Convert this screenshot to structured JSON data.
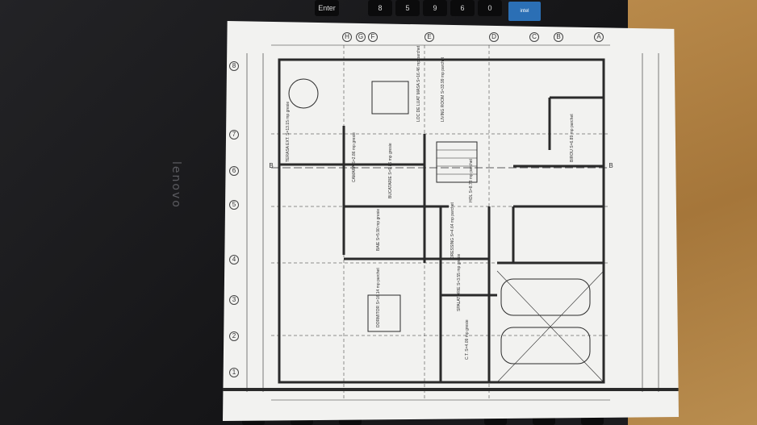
{
  "scene": {
    "brand": "lenovo",
    "keyboard_top_labels": [
      "Enter",
      "8",
      "5",
      "9",
      "6",
      "0"
    ],
    "sticker_text": "intel"
  },
  "plan": {
    "rooms": [
      {
        "label": "TERASA EXT.",
        "area": "S=13.15 mp",
        "finish": "gresie"
      },
      {
        "label": "LOC DE LUAT MASA",
        "area": "S=16.46 mp",
        "finish": "parchet"
      },
      {
        "label": "LIVING ROOM",
        "area": "S=33.99 mp",
        "finish": "parchet"
      },
      {
        "label": "CAMARA",
        "area": "S=2.86 mp",
        "finish": "gresie"
      },
      {
        "label": "BUCATARIE",
        "area": "S=9.86 mp",
        "finish": "gresie"
      },
      {
        "label": "BIROU",
        "area": "S=6.89 mp",
        "finish": "parchet"
      },
      {
        "label": "HOL",
        "area": "S=8.78 mp",
        "finish": "parchet"
      },
      {
        "label": "BAIE",
        "area": "S=5.90 mp",
        "finish": "gresie"
      },
      {
        "label": "DRESSING",
        "area": "S=4.64 mp",
        "finish": "parchet"
      },
      {
        "label": "SPALATORIE",
        "area": "S=3.55 mp",
        "finish": "gresie"
      },
      {
        "label": "DORMITOR",
        "area": "S=16.14 mp",
        "finish": "parchet"
      },
      {
        "label": "C.T.",
        "area": "S=4.09 mp",
        "finish": "gresie"
      }
    ],
    "axis_numbers": [
      "1",
      "2",
      "3",
      "4",
      "5",
      "6",
      "7",
      "8"
    ],
    "axis_letters": [
      "A",
      "B",
      "C",
      "D",
      "E",
      "F",
      "G",
      "H"
    ],
    "section_markers": [
      "B",
      "B"
    ]
  },
  "colors": {
    "paper": "#f2f2f0",
    "ink": "#2a2a2a",
    "laptop": "#1b1b1d",
    "desk": "#b08040"
  }
}
